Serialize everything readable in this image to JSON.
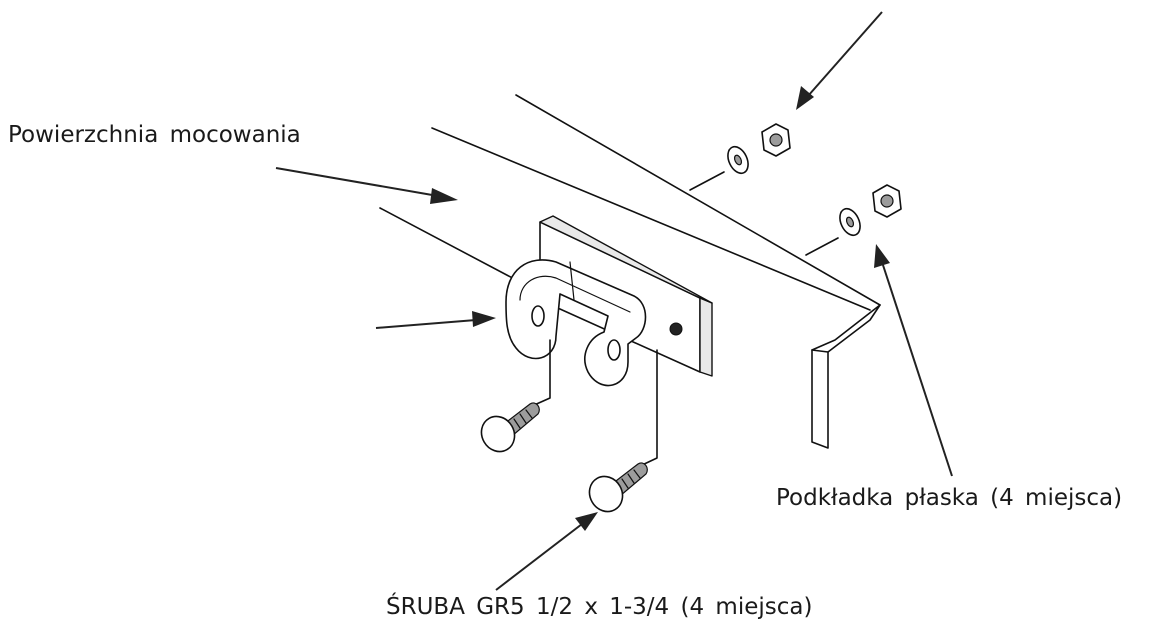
{
  "labels": {
    "mounting_surface": "Powierzchnia mocowania",
    "flat_washer": "Podkładka płaska (4 miejsca)",
    "bolt": "ŚRUBA GR5 1/2 x 1-3/4 (4 miejsca)"
  }
}
